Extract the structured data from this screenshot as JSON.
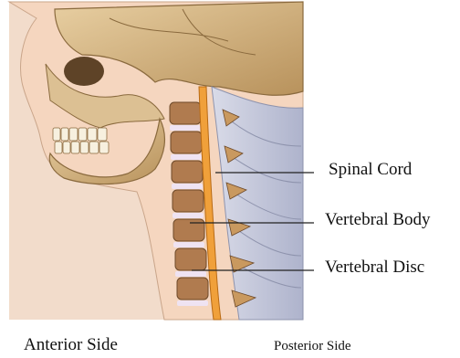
{
  "labels": {
    "spinal_cord": "Spinal Cord",
    "vertebral_body": "Vertebral Body",
    "vertebral_disc": "Vertebral Disc",
    "anterior_side": "Anterior Side",
    "posterior_side": "Posterior Side"
  },
  "colors": {
    "skin": "#f5d6bf",
    "bone": "#d9b98a",
    "bone_dark": "#8a6a3e",
    "spinal_cord": "#f0a03a",
    "disc": "#efe3f2",
    "muscle": "#c9cde0",
    "vertebra": "#b07b4f",
    "pointer_line": "#222222"
  }
}
